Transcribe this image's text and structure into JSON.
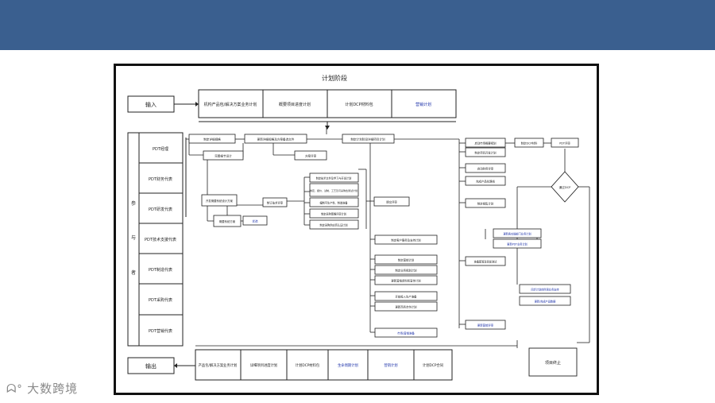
{
  "title": "计划阶段",
  "colors": {
    "header": "#3a5f8f",
    "blue_text": "#1a2fa8",
    "line": "#222222"
  },
  "input": {
    "label": "输入",
    "boxes": [
      {
        "text": "机构产品包/解决方案业务计划",
        "color": "#222222"
      },
      {
        "text": "概要项目进度计划",
        "color": "#222222"
      },
      {
        "text": "计划DCP材料包",
        "color": "#222222"
      },
      {
        "text": "营销计划",
        "color": "#1a2fa8"
      }
    ]
  },
  "participants": {
    "side_label": [
      "参",
      "与",
      "者"
    ],
    "rows": [
      "PDT经理",
      "PDT财务代表",
      "PDT研发代表",
      "PDT技术支援代表",
      "PDT制造代表",
      "PDT采购代表",
      "PDT营销代表"
    ]
  },
  "process_boxes": [
    {
      "id": "p1",
      "text": "制定详细规格",
      "color": "#222222"
    },
    {
      "id": "p2",
      "text": "更新详细规格及方案备选文件",
      "color": "#222222"
    },
    {
      "id": "p3",
      "text": "制定计划阶段详细项目计划",
      "color": "#222222"
    },
    {
      "id": "p4",
      "text": "完善细节设计",
      "color": "#222222"
    },
    {
      "id": "p5",
      "text": "方案评审",
      "color": "#222222"
    },
    {
      "id": "p6",
      "text": "开发概要系统设计方案",
      "color": "#222222"
    },
    {
      "id": "p7",
      "text": "概要系统方案",
      "color": "#222222"
    },
    {
      "id": "p8",
      "text": "优选",
      "color": "#1a2fa8"
    },
    {
      "id": "p9",
      "text": "制订技术评审",
      "color": "#222222"
    },
    {
      "id": "p10",
      "text": "制定技术文件及学习与开发计划",
      "color": "#222222"
    },
    {
      "id": "p11",
      "text": "制定、报价、试制、工艺及可采购性测试计划",
      "color": "#222222"
    },
    {
      "id": "p12",
      "text": "编制可生产性、制造准备",
      "color": "#222222"
    },
    {
      "id": "p13",
      "text": "制定采购策略评审计划",
      "color": "#222222"
    },
    {
      "id": "p14",
      "text": "制定采购供应商认证计划",
      "color": "#222222"
    },
    {
      "id": "p15",
      "text": "提交评审",
      "color": "#222222"
    },
    {
      "id": "p16",
      "text": "制定客户服务及支持计划",
      "color": "#222222"
    },
    {
      "id": "p17",
      "text": "制定营销计划",
      "color": "#222222"
    },
    {
      "id": "p18",
      "text": "制定业务规划计划",
      "color": "#222222"
    },
    {
      "id": "p19",
      "text": "更新营销资料和宣传计划",
      "color": "#222222"
    },
    {
      "id": "p20",
      "text": "开始投入生产准备",
      "color": "#222222"
    },
    {
      "id": "p21",
      "text": "更新商务合作计划",
      "color": "#222222"
    },
    {
      "id": "p22",
      "text": "市场/营销准备",
      "color": "#1a2fa8"
    },
    {
      "id": "p23",
      "text": "启动市场概要规划",
      "color": "#222222"
    },
    {
      "id": "p24",
      "text": "制定项目开发计划",
      "color": "#222222"
    },
    {
      "id": "p25",
      "text": "启动财务评审",
      "color": "#222222"
    },
    {
      "id": "p26",
      "text": "完成产品化路线",
      "color": "#222222"
    },
    {
      "id": "p27",
      "text": "制定销售计划",
      "color": "#222222"
    },
    {
      "id": "p28",
      "text": "准备配置及研发测试",
      "color": "#222222"
    },
    {
      "id": "p29",
      "text": "更新营销评审",
      "color": "#1a2fa8"
    },
    {
      "id": "p30",
      "text": "制定DCP材料",
      "color": "#222222"
    },
    {
      "id": "p31",
      "text": "PDT评审",
      "color": "#222222"
    },
    {
      "id": "p32",
      "text": "提交给IPMT",
      "color": "#222222"
    },
    {
      "id": "p33",
      "text": "更新各功能部门业务计划",
      "color": "#1a2fa8"
    },
    {
      "id": "p34",
      "text": "更新PDT业务计划",
      "color": "#1a2fa8"
    },
    {
      "id": "p35",
      "text": "同步计划的所需业务支持",
      "color": "#1a2fa8"
    },
    {
      "id": "p36",
      "text": "更新/完成产品数据",
      "color": "#1a2fa8"
    }
  ],
  "decision": "通过DCP",
  "project_end": "项目终止",
  "output": {
    "label": "输出",
    "boxes": [
      {
        "text": "产品包/解决方案业务计划",
        "color": "#222222"
      },
      {
        "text": "详细项目进度计划",
        "color": "#222222"
      },
      {
        "text": "计划DCP材料包",
        "color": "#222222"
      },
      {
        "text": "生命周期计划",
        "color": "#1a2fa8"
      },
      {
        "text": "营销计划",
        "color": "#1a2fa8"
      },
      {
        "text": "计划DCP合同",
        "color": "#222222"
      }
    ]
  },
  "watermark": "大数跨境"
}
